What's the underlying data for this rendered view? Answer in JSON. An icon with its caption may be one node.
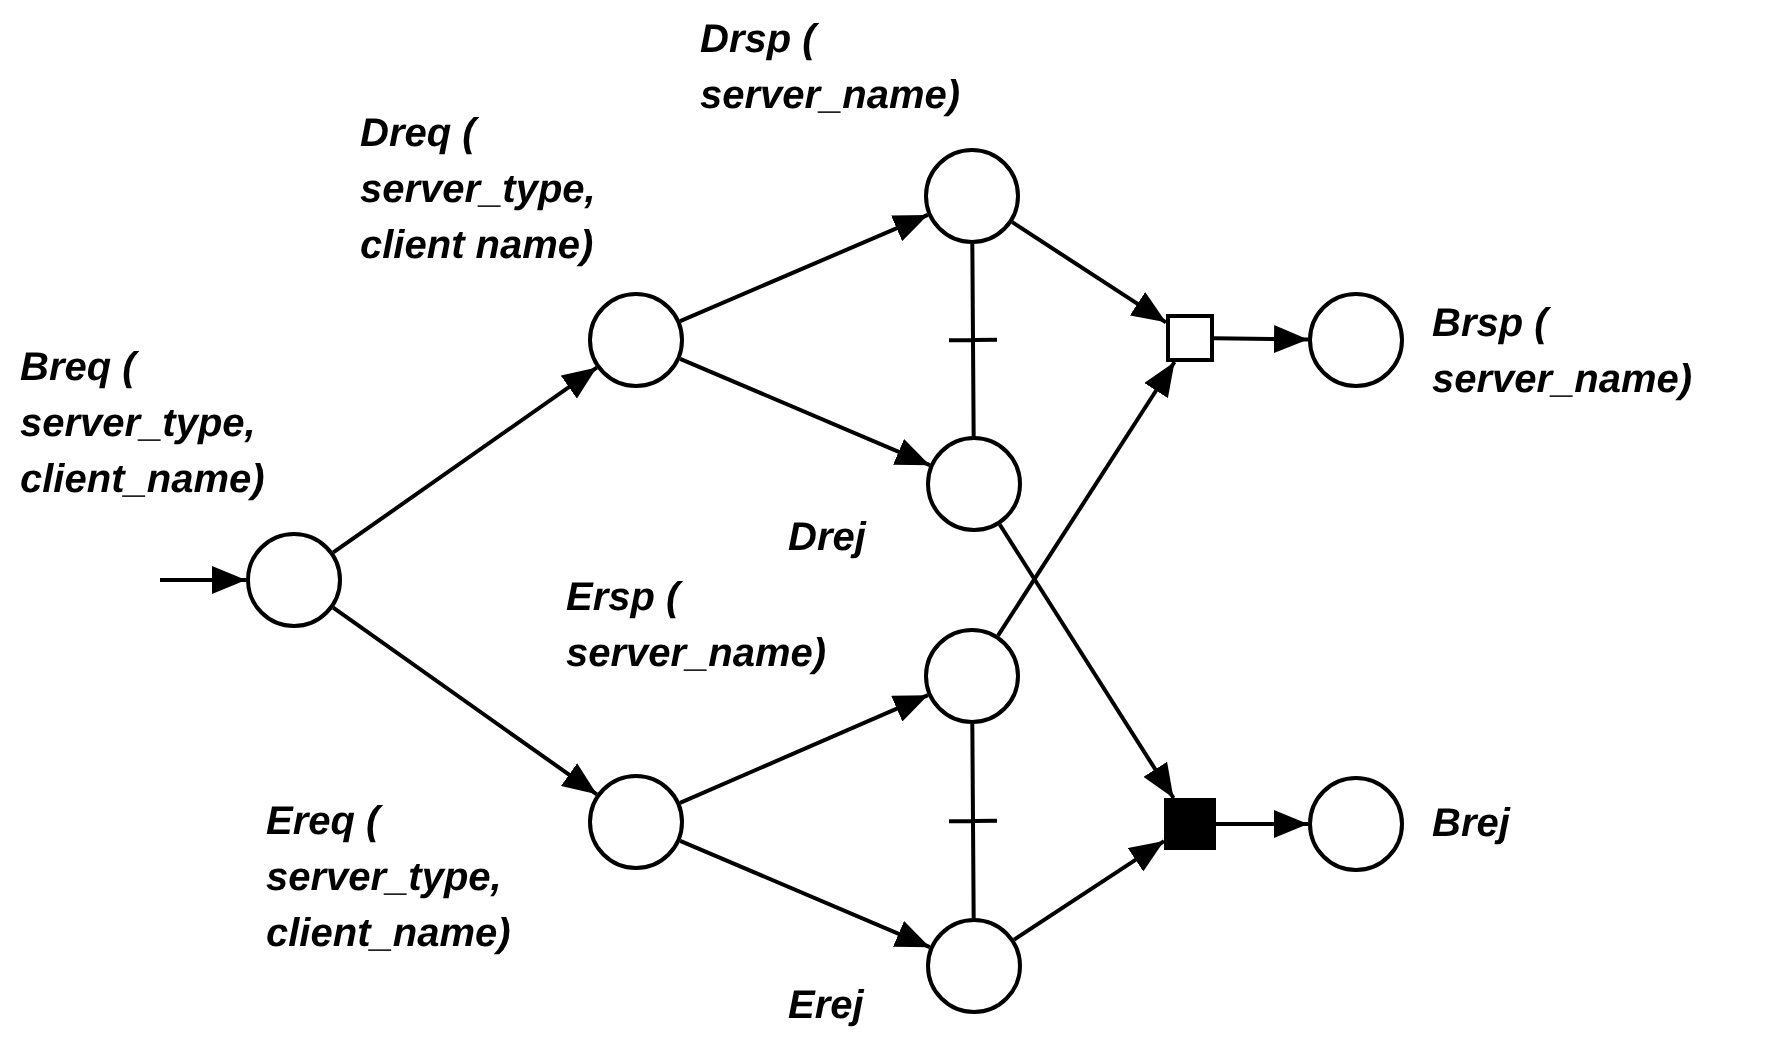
{
  "diagram": {
    "nodes": [
      {
        "text": [],
        "shape": "circle",
        "beside": [
          "Breq ( server_type, client_name)"
        ]
      },
      {
        "text": [],
        "shape": "circle",
        "beside": [
          "Dreq ( server_type, client  name)"
        ]
      },
      {
        "text": [],
        "shape": "circle",
        "beside": [
          "Ereq ( server_type, client_name)"
        ]
      },
      {
        "text": [],
        "shape": "circle",
        "beside": [
          "Drsp ( server_name)"
        ]
      },
      {
        "text": [],
        "shape": "circle",
        "beside": [
          "Drej"
        ]
      },
      {
        "text": [],
        "shape": "circle",
        "beside": [
          "Ersp ( server_name)"
        ]
      },
      {
        "text": [],
        "shape": "circle",
        "beside": [
          "Erej"
        ]
      },
      {
        "text": [],
        "shape": "box"
      },
      {
        "text": [],
        "shape": "box"
      },
      {
        "text": [],
        "shape": "circle",
        "beside": [
          "Brsp ( server_name)"
        ]
      },
      {
        "text": [],
        "shape": "circle",
        "beside": [
          "Brej"
        ]
      }
    ],
    "edges": [
      {
        "from": null,
        "to": 0,
        "arrow": "to"
      },
      {
        "from": 0,
        "to": 1,
        "arrow": "to"
      },
      {
        "from": 0,
        "to": 2,
        "arrow": "to"
      },
      {
        "from": 1,
        "to": 3,
        "arrow": "to"
      },
      {
        "from": 1,
        "to": 4,
        "arrow": "to"
      },
      {
        "from": 2,
        "to": 5,
        "arrow": "to"
      },
      {
        "from": 2,
        "to": 6,
        "arrow": "to"
      },
      {
        "from": 3,
        "to": 4,
        "arrow": "none"
      },
      {
        "from": 5,
        "to": 6,
        "arrow": "none"
      },
      {
        "from": 3,
        "to": 7,
        "arrow": "to"
      },
      {
        "from": 5,
        "to": 7,
        "arrow": "to"
      },
      {
        "from": 4,
        "to": 8,
        "arrow": "to"
      },
      {
        "from": 6,
        "to": 8,
        "arrow": "to"
      },
      {
        "from": 7,
        "to": 9,
        "arrow": "to"
      },
      {
        "from": 8,
        "to": 10,
        "arrow": "to"
      }
    ]
  }
}
